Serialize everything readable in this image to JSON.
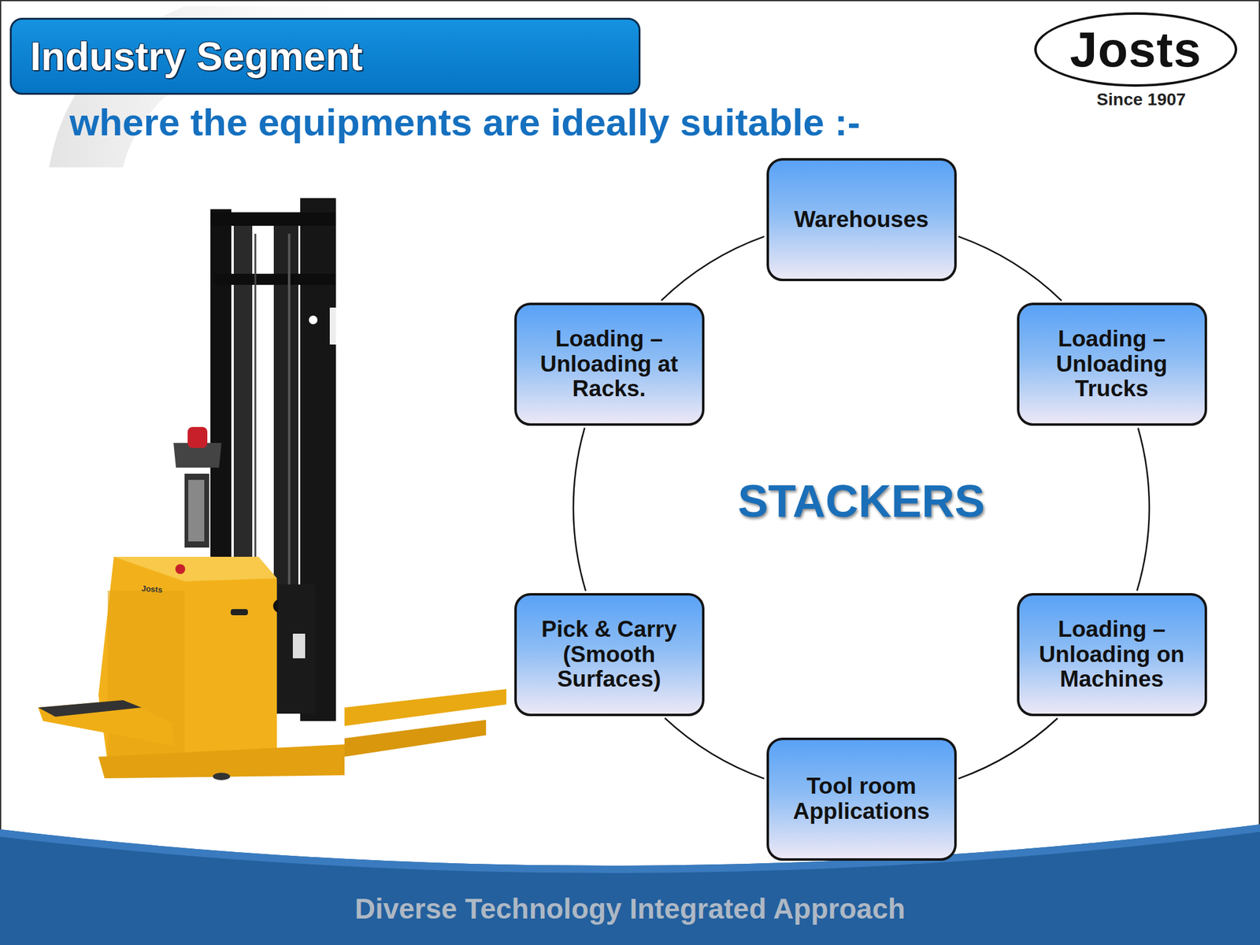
{
  "diagram": {
    "title": "Industry Segment",
    "nodes": [
      {
        "text": [
          "Josts"
        ]
      },
      {
        "text": [
          "Warehouses"
        ]
      },
      {
        "text": [
          "Loading – Unloading at Racks."
        ]
      },
      {
        "text": [
          "Loading – Unloading Trucks"
        ]
      },
      {
        "text": [
          "Pick & Carry (Smooth Surfaces)"
        ]
      },
      {
        "text": [
          "Loading – Unloading on Machines"
        ]
      },
      {
        "text": [
          "Tool room Applications"
        ]
      }
    ],
    "edges": [
      {
        "from": 1,
        "to": 3,
        "arrow": "none"
      },
      {
        "from": 3,
        "to": 5,
        "arrow": "none"
      },
      {
        "from": 5,
        "to": 6,
        "arrow": "none"
      },
      {
        "from": 6,
        "to": 4,
        "arrow": "none"
      },
      {
        "from": 4,
        "to": 2,
        "arrow": "none"
      },
      {
        "from": 2,
        "to": 1,
        "arrow": "none"
      }
    ],
    "labels": [
      "where the equipments are ideally suitable :-",
      "Since 1907",
      "STACKERS",
      "Josts",
      "Diverse Technology Integrated Approach"
    ]
  }
}
